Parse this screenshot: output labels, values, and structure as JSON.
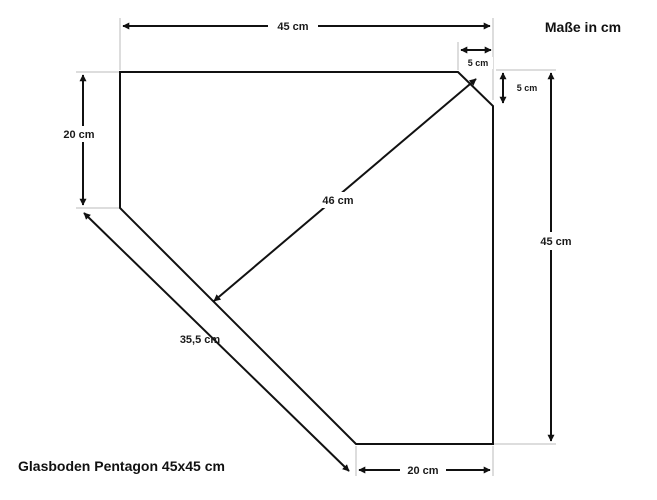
{
  "title": "Maße in cm",
  "caption": "Glasboden Pentagon 45x45 cm",
  "dimensions": {
    "top_width": "45 cm",
    "right_height": "45 cm",
    "left_height": "20 cm",
    "bottom_width": "20 cm",
    "diagonal_side": "35,5 cm",
    "inner_diagonal": "46 cm",
    "corner_cut_horizontal": "5 cm",
    "corner_cut_vertical": "5 cm"
  },
  "colors": {
    "outline": "#111111",
    "background": "#ffffff"
  }
}
